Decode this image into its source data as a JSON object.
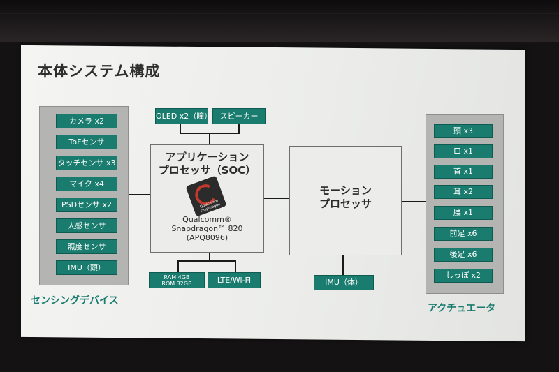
{
  "title": "本体システム構成",
  "sensing": {
    "label": "センシングデバイス",
    "items": [
      "カメラ x2",
      "ToFセンサ",
      "タッチセンサ x3",
      "マイク x4",
      "PSDセンサ x2",
      "人感センサ",
      "照度センサ",
      "IMU（頭）"
    ]
  },
  "soc": {
    "title_line1": "アプリケーション",
    "title_line2": "プロセッサ（SOC）",
    "chip_brand": "Qualcomm snapdragon",
    "chip_line1": "Qualcomm®",
    "chip_line2": "Snapdragon™ 820",
    "chip_line3": "(APQ8096)",
    "top_items": [
      "OLED x2（瞳）",
      "スピーカー"
    ],
    "memory_line1": "RAM 4GB",
    "memory_line2": "ROM 32GB",
    "network": "LTE/Wi-Fi"
  },
  "motion": {
    "title_line1": "モーション",
    "title_line2": "プロセッサ",
    "imu": "IMU（体）"
  },
  "actuators": {
    "label": "アクチュエータ",
    "items": [
      "頭 x3",
      "口 x1",
      "首 x1",
      "耳 x2",
      "腰 x1",
      "前足 x6",
      "後足 x6",
      "しっぽ x2"
    ]
  }
}
